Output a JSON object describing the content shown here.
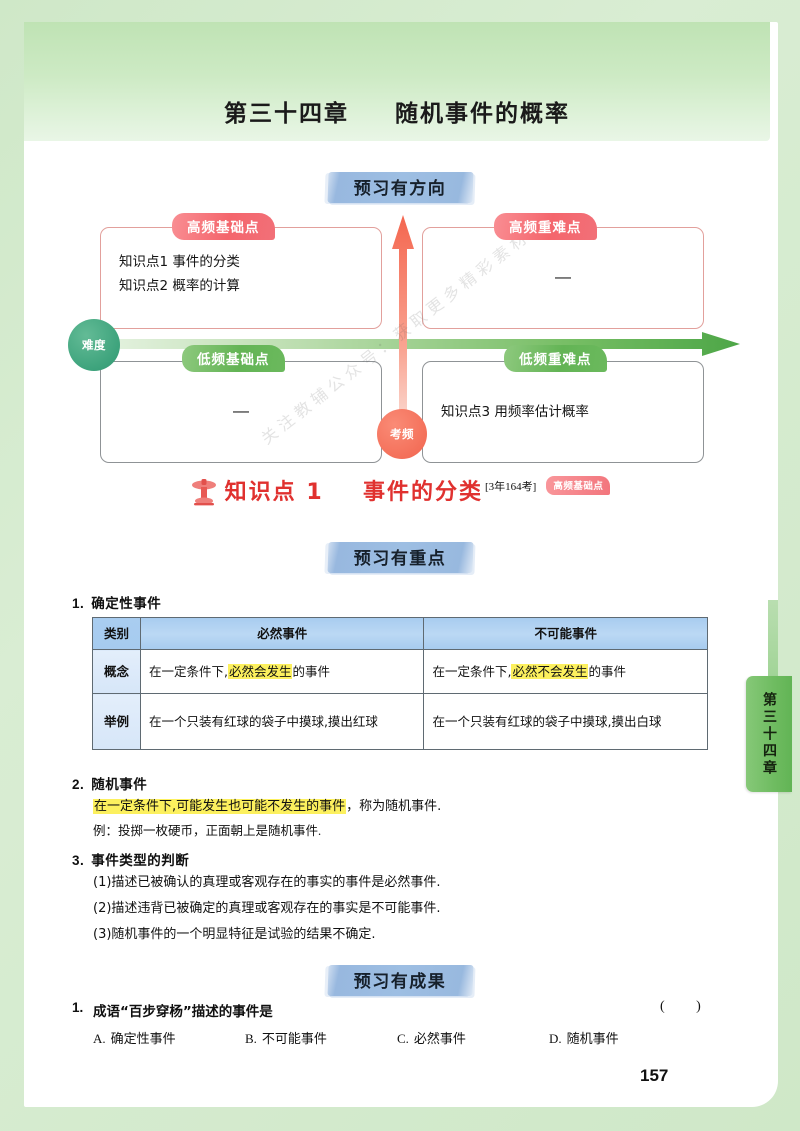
{
  "page": {
    "chapter_title_a": "第三十四章",
    "chapter_title_b": "随机事件的概率",
    "side_tab_label": "第三十四章",
    "page_number": "157",
    "watermark": "关注教辅公众号：获取更多精彩素材"
  },
  "banners": {
    "direction": "预习有方向",
    "key_points": "预习有重点",
    "results": "预习有成果"
  },
  "diagram": {
    "axis_y_label": "考频",
    "axis_x_label": "难度",
    "quadrants": [
      {
        "badge": "高频基础点",
        "badge_color": "#f4656c",
        "position": "top-left",
        "lines": [
          "知识点1  事件的分类",
          "知识点2  概率的计算"
        ],
        "dash": ""
      },
      {
        "badge": "高频重难点",
        "badge_color": "#f4656c",
        "position": "top-right",
        "lines": [],
        "dash": "—"
      },
      {
        "badge": "低频基础点",
        "badge_color": "#63b455",
        "position": "bottom-left",
        "lines": [],
        "dash": "—"
      },
      {
        "badge": "低频重难点",
        "badge_color": "#63b455",
        "position": "bottom-right",
        "lines": [
          "知识点3  用频率估计概率"
        ],
        "dash": ""
      }
    ]
  },
  "knowledge_point": {
    "label": "知识点 1",
    "title": "事件的分类",
    "exam_count": "[3年164考]",
    "tag": "高频基础点"
  },
  "sections": {
    "s1_number": "1.",
    "s1_title": "确定性事件",
    "s2_number": "2.",
    "s2_title": "随机事件",
    "s3_number": "3.",
    "s3_title": "事件类型的判断"
  },
  "table": {
    "headers": [
      "类别",
      "必然事件",
      "不可能事件"
    ],
    "rows": [
      {
        "key": "概念",
        "certain_pre": "在一定条件下,",
        "certain_hl": "必然会发生",
        "certain_post": "的事件",
        "impossible_pre": "在一定条件下,",
        "impossible_hl": "必然不会发生",
        "impossible_post": "的事件"
      },
      {
        "key": "举例",
        "certain_pre": "在一个只装有红球的袋子中摸球,摸出红球",
        "certain_hl": "",
        "certain_post": "",
        "impossible_pre": "在一个只装有红球的袋子中摸球,摸出白球",
        "impossible_hl": "",
        "impossible_post": ""
      }
    ]
  },
  "random_event": {
    "highlight": "在一定条件下,可能发生也可能不发生的事件",
    "tail": "，称为随机事件.",
    "example": "例：投掷一枚硬币，正面朝上是随机事件."
  },
  "judgements": [
    "(1)描述已被确认的真理或客观存在的事实的事件是必然事件.",
    "(2)描述违背已被确定的真理或客观存在的事实是不可能事件.",
    "(3)随机事件的一个明显特征是试验的结果不确定."
  ],
  "exercise": {
    "number": "1.",
    "stem": "成语“百步穿杨”描述的事件是",
    "answer_blank": "(    )",
    "options": [
      {
        "label": "A.",
        "text": "确定性事件"
      },
      {
        "label": "B.",
        "text": "不可能事件"
      },
      {
        "label": "C.",
        "text": "必然事件"
      },
      {
        "label": "D.",
        "text": "随机事件"
      }
    ]
  }
}
